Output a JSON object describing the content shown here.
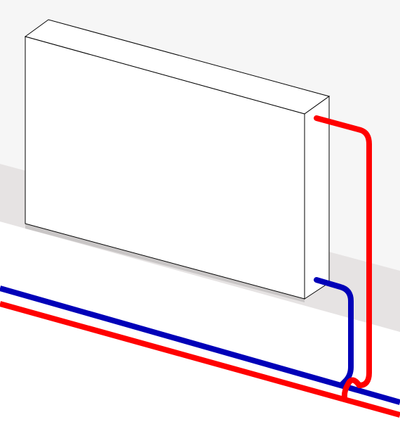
{
  "scene": {
    "subject": "radiator-with-pipes",
    "colors": {
      "background": "#ffffff",
      "wall": "#f6f6f6",
      "wall_base": "#e6e3e3",
      "radiator_face": "#ffffff",
      "radiator_edge": "#000000",
      "supply_pipe": "#ff0000",
      "return_pipe": "#0000b8"
    },
    "pipes": [
      {
        "id": "supply",
        "role": "hot-supply",
        "color_key": "supply_pipe"
      },
      {
        "id": "return",
        "role": "cold-return",
        "color_key": "return_pipe"
      }
    ]
  }
}
